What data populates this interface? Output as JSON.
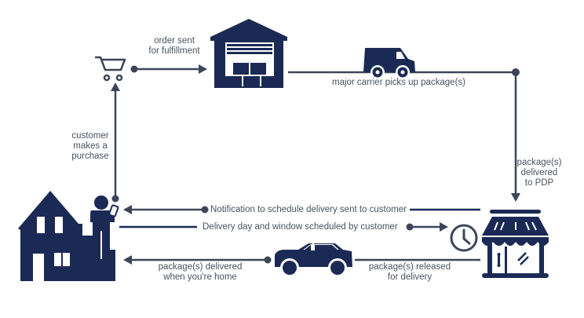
{
  "colors": {
    "icon_navy": "#1b2a55",
    "line_gray": "#3d4658",
    "line_navy": "#1b2a55",
    "text_gray": "#4a5261",
    "background": "#ffffff"
  },
  "nodes": {
    "cart": {
      "icon": "shopping-cart-icon"
    },
    "warehouse": {
      "icon": "warehouse-icon"
    },
    "truck": {
      "icon": "delivery-truck-icon"
    },
    "store": {
      "icon": "storefront-pdp-icon"
    },
    "clock": {
      "icon": "clock-icon"
    },
    "car": {
      "icon": "delivery-car-icon"
    },
    "house": {
      "icon": "house-icon"
    },
    "customer": {
      "icon": "customer-with-phone-icon"
    }
  },
  "labels": {
    "order_sent": [
      "order sent",
      "for fulfillment"
    ],
    "carrier_pickup": "major carrier picks up package(s)",
    "delivered_pdp": [
      "package(s)",
      "delivered",
      "to PDP"
    ],
    "customer_purchase": [
      "customer",
      "makes a",
      "purchase"
    ],
    "notification": "Notification to schedule delivery sent to customer",
    "scheduled": "Delivery day and window scheduled by customer",
    "delivered_home": [
      "package(s) delivered",
      "when you're home"
    ],
    "released": [
      "package(s) released",
      "for delivery"
    ]
  }
}
